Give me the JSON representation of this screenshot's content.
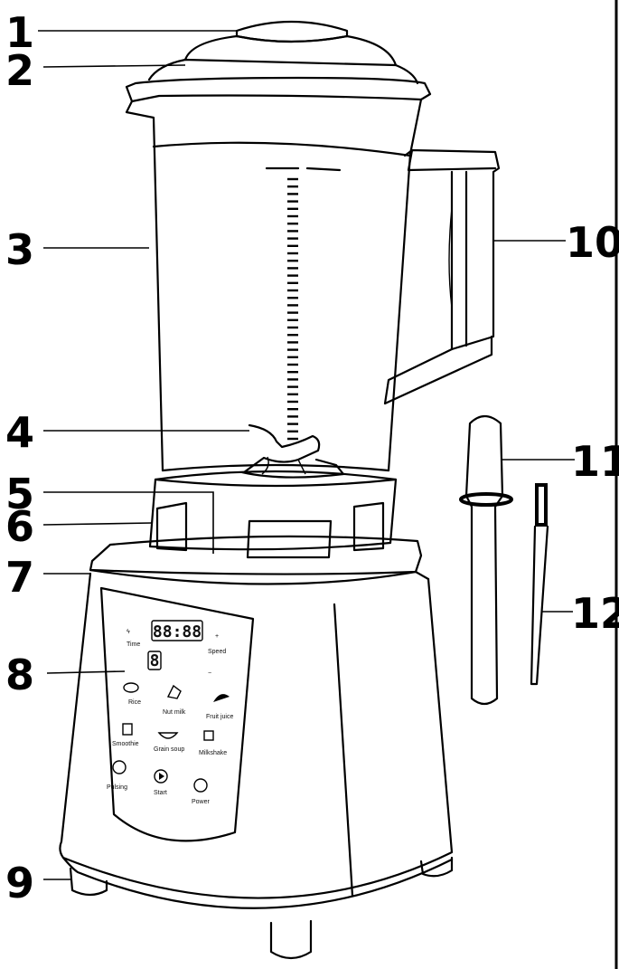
{
  "callouts": [
    {
      "id": "callout-1",
      "label": "1"
    },
    {
      "id": "callout-2",
      "label": "2"
    },
    {
      "id": "callout-3",
      "label": "3"
    },
    {
      "id": "callout-4",
      "label": "4"
    },
    {
      "id": "callout-5",
      "label": "5"
    },
    {
      "id": "callout-6",
      "label": "6"
    },
    {
      "id": "callout-7",
      "label": "7"
    },
    {
      "id": "callout-8",
      "label": "8"
    },
    {
      "id": "callout-9",
      "label": "9"
    },
    {
      "id": "callout-10",
      "label": "10"
    },
    {
      "id": "callout-11",
      "label": "11"
    },
    {
      "id": "callout-12",
      "label": "12"
    }
  ],
  "panel": {
    "display_time": "88:88",
    "display_digit": "8",
    "timer_label": "Time",
    "speed_label": "Speed",
    "plus": "+",
    "minus": "−",
    "programs": [
      "Rice",
      "Nut milk",
      "Fruit juice",
      "Smoothie",
      "Grain soup",
      "Milkshake",
      "Pulsing",
      "Start",
      "Power"
    ]
  },
  "colors": {
    "line": "#000000",
    "background": "#ffffff"
  }
}
